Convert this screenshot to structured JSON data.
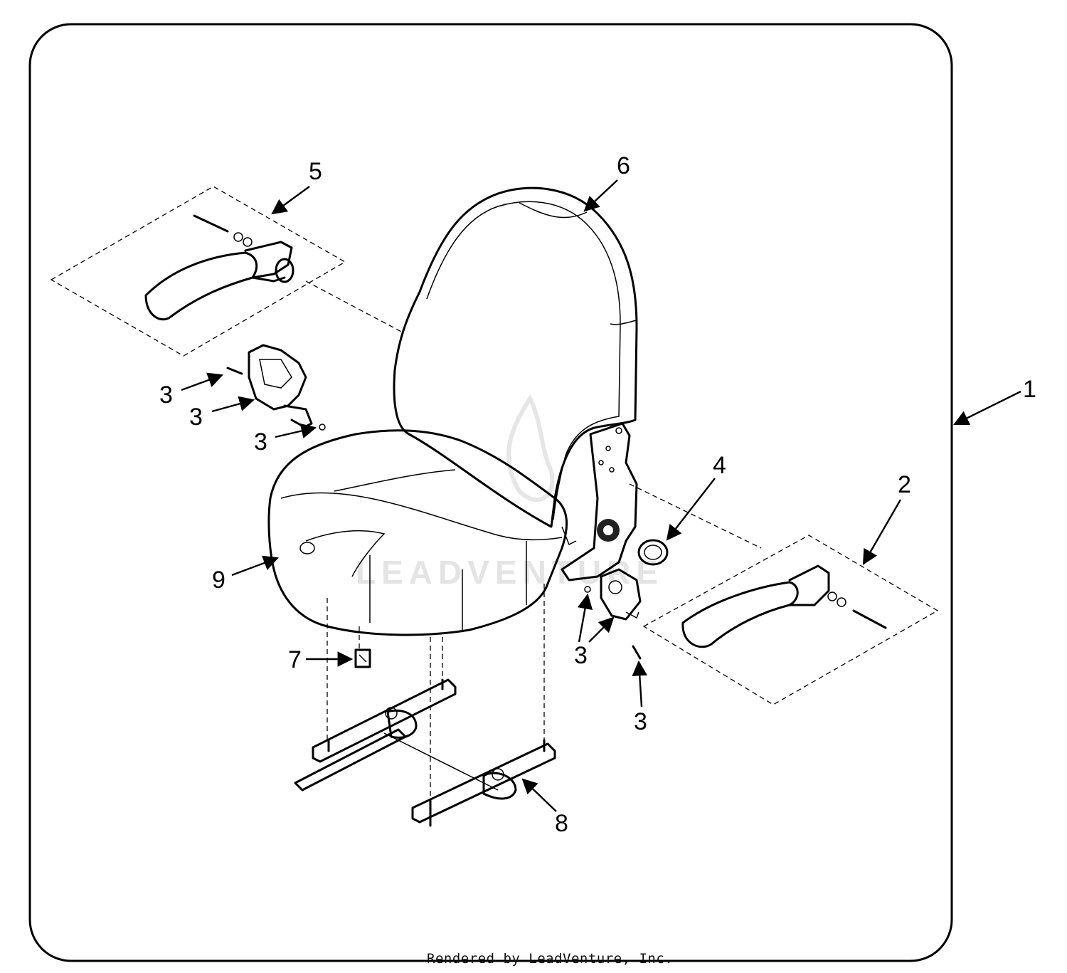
{
  "callouts": {
    "c1": "1",
    "c2": "2",
    "c3a": "3",
    "c3b": "3",
    "c3c": "3",
    "c3d": "3",
    "c3e": "3",
    "c4": "4",
    "c5": "5",
    "c6": "6",
    "c7": "7",
    "c8": "8",
    "c9": "9"
  },
  "footer": "Rendered by LeadVenture, Inc.",
  "watermark": "LEADVENTURE"
}
